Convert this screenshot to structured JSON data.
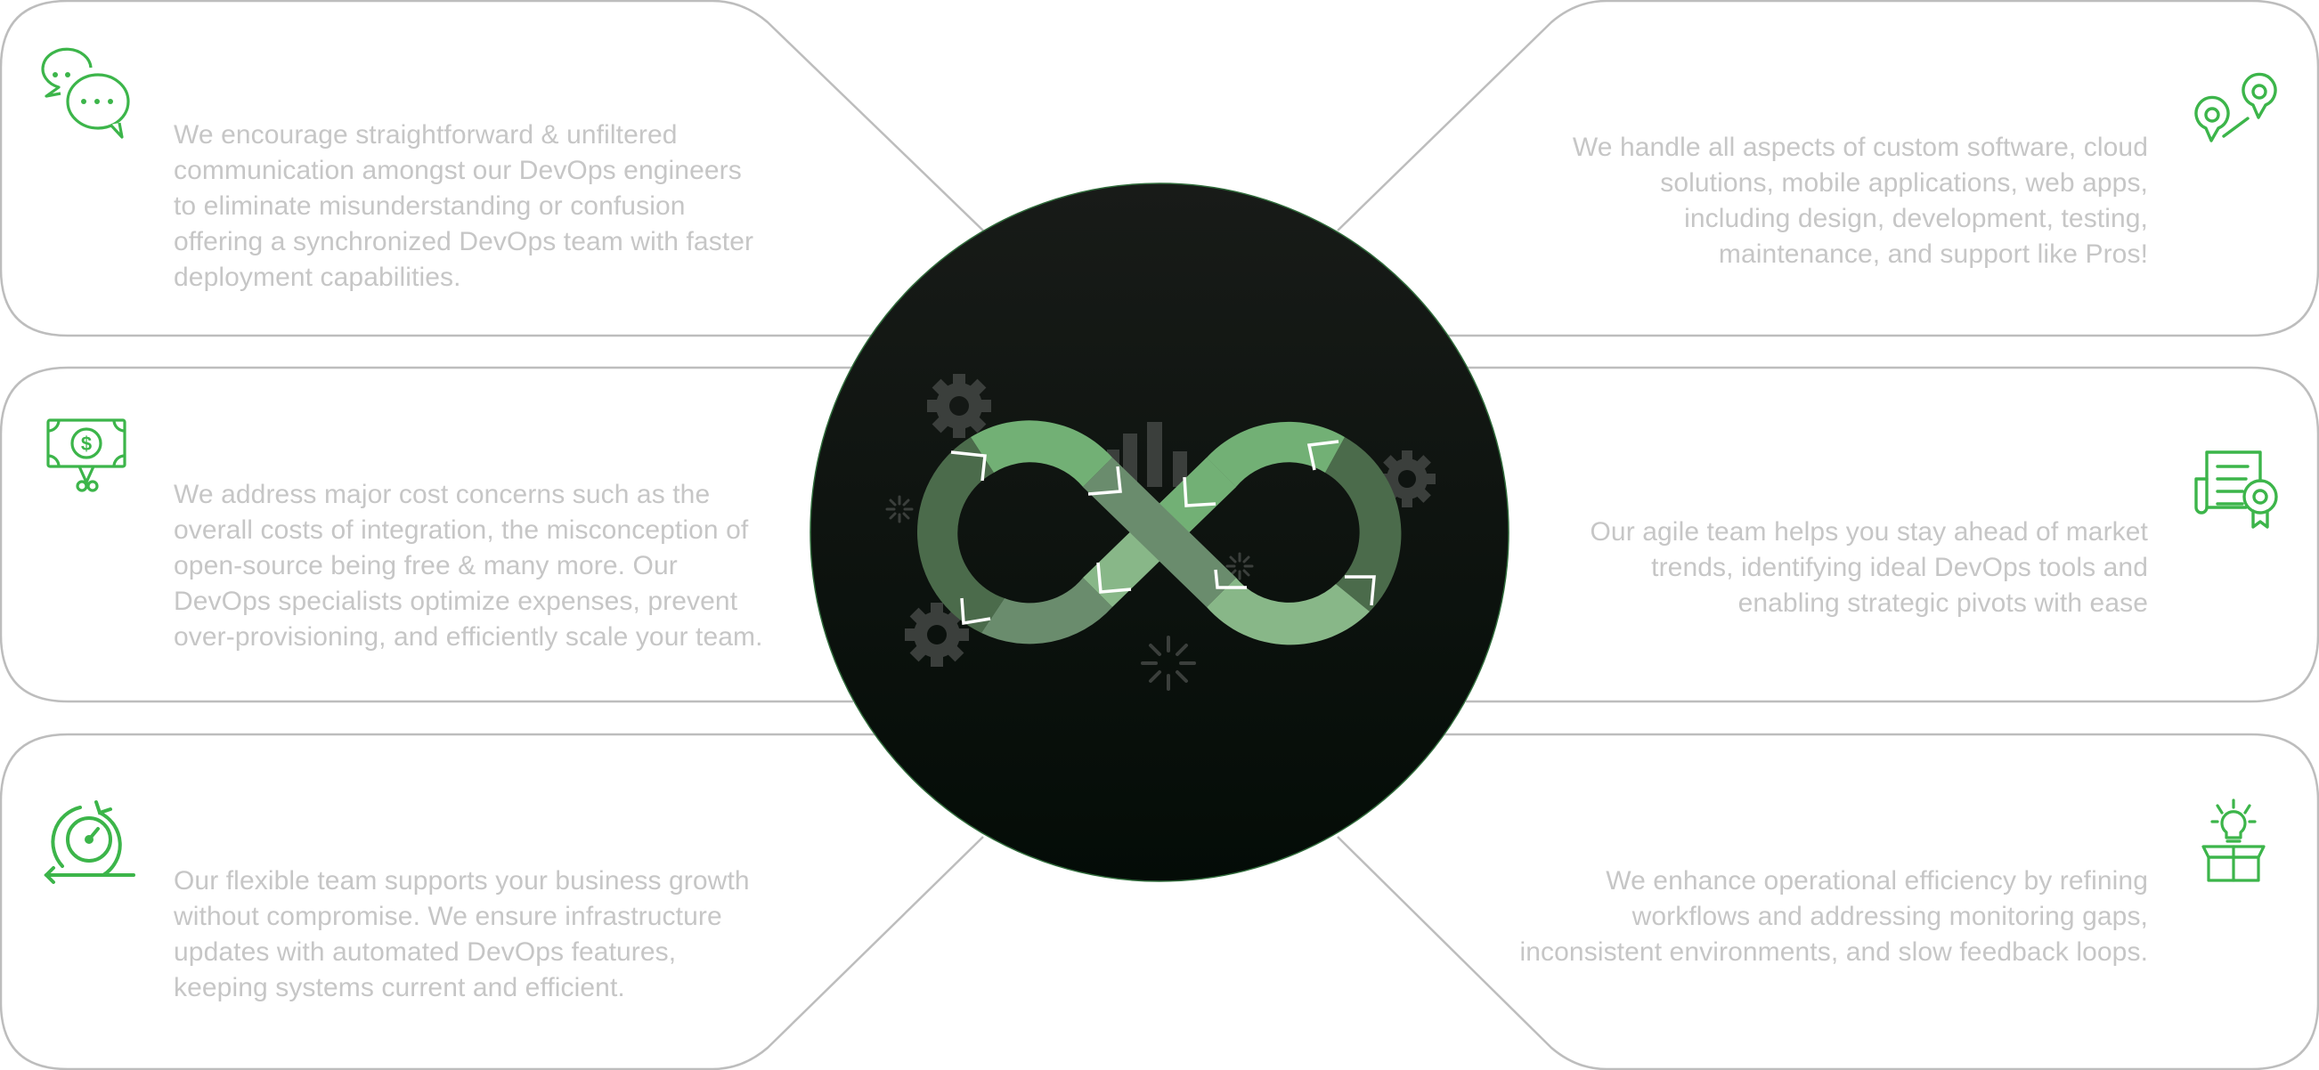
{
  "colors": {
    "accent": "#3cb54a",
    "text": "#c6c6c6",
    "card_border": "#bdbdbd",
    "circle_bg_top": "#171a17",
    "circle_bg_bottom": "#050d08",
    "circle_rim": "#2f6a3a",
    "infinity_light": "#72b075",
    "infinity_dark": "#4b6b4b",
    "infinity_mid": "#6a8c6d",
    "infinity_pale": "#88b788",
    "decor_gray": "#3b3f3c"
  },
  "center": {
    "logo": "devops-infinity-icon",
    "decorations": [
      "gear-icon",
      "gear-icon",
      "gear-icon",
      "bar-chart-icon",
      "sparkle-icon",
      "sparkle-icon",
      "sparkle-icon"
    ]
  },
  "cards": [
    {
      "id": "communication",
      "position": "top-left",
      "icon": "chat-bubbles-icon",
      "lines": [
        "We encourage straightforward & unfiltered",
        "communication amongst our DevOps engineers",
        "to eliminate misunderstanding or confusion",
        "offering a synchronized DevOps team with faster",
        "deployment capabilities."
      ]
    },
    {
      "id": "cost",
      "position": "middle-left",
      "icon": "money-cut-icon",
      "lines": [
        "We address major cost concerns such as the",
        "overall costs of integration, the misconception of",
        "open-source being free & many more. Our",
        "DevOps specialists optimize expenses, prevent",
        "over-provisioning, and efficiently scale your team."
      ]
    },
    {
      "id": "flexible",
      "position": "bottom-left",
      "icon": "speedometer-refresh-icon",
      "lines": [
        "Our flexible team supports your business growth",
        "without compromise. We ensure infrastructure",
        "updates with automated DevOps features,",
        "keeping systems current and efficient."
      ]
    },
    {
      "id": "end-to-end",
      "position": "top-right",
      "icon": "map-pins-route-icon",
      "lines": [
        "We handle all aspects of custom software, cloud",
        "solutions, mobile applications, web apps,",
        "including design, development, testing,",
        "maintenance, and support like Pros!"
      ]
    },
    {
      "id": "agile",
      "position": "middle-right",
      "icon": "certificate-icon",
      "lines": [
        "Our agile team helps you stay ahead of market",
        "trends, identifying ideal DevOps tools and",
        "enabling strategic pivots with ease"
      ]
    },
    {
      "id": "efficiency",
      "position": "bottom-right",
      "icon": "idea-box-icon",
      "lines": [
        "We enhance operational efficiency by refining",
        "workflows and addressing monitoring gaps,",
        "inconsistent environments, and slow feedback loops."
      ]
    }
  ]
}
